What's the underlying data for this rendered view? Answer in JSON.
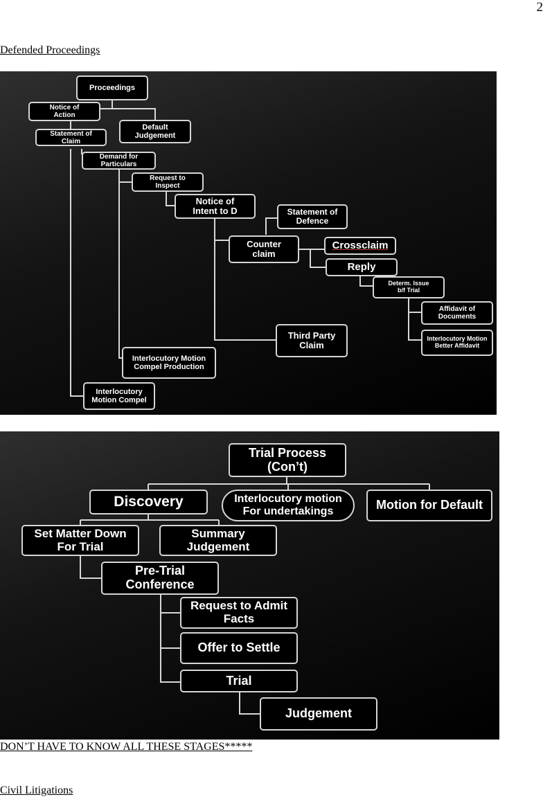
{
  "page_number": "2",
  "heading_defended": "Defended Proceedings",
  "diagram1": {
    "nodes": {
      "proceedings": "Proceedings",
      "notice_of_action": "Notice of\nAction",
      "default_judgement": "Default\nJudgement",
      "statement_of_claim": "Statement of\nClaim",
      "demand_for_particulars": "Demand for\nParticulars",
      "request_to_inspect": "Request to\nInspect",
      "notice_of_intent": "Notice of\nIntent to D",
      "statement_of_defence": "Statement of\nDefence",
      "counter_claim": "Counter\nclaim",
      "crossclaim": "Crossclaim",
      "reply": "Reply",
      "determ_issue": "Determ. Issue\nb/f Trial",
      "affidavit_of_documents": "Affidavit of\nDocuments",
      "interlocutory_motion_better_affidavit": "Interlocutory Motion\nBetter Affidavit",
      "third_party_claim": "Third Party\nClaim",
      "interlocutory_motion_compel_production": "Interlocutory Motion\nCompel Production",
      "interlocutory_motion_compel": "Interlocutory\nMotion Compel"
    }
  },
  "diagram2": {
    "nodes": {
      "trial_process": "Trial Process\n(Con’t)",
      "discovery": "Discovery",
      "interlocutory_undertakings": "Interlocutory motion\nFor undertakings",
      "motion_for_default": "Motion for Default",
      "set_matter_down": "Set Matter Down\nFor Trial",
      "summary_judgement": "Summary\nJudgement",
      "pre_trial_conference": "Pre-Trial\nConference",
      "request_to_admit_facts": "Request to Admit\nFacts",
      "offer_to_settle": "Offer to Settle",
      "trial": "Trial",
      "judgement": "Judgement"
    }
  },
  "note": "DON’T HAVE TO KNOW ALL THESE STAGES*****",
  "heading_civil": "Civil Litigations"
}
